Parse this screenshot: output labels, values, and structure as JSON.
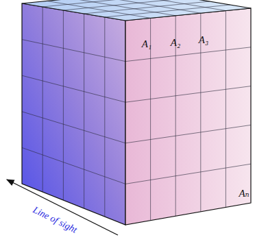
{
  "diagram": {
    "labels": [
      "A₁",
      "A₂",
      "A₃",
      "Aₙ",
      "Line of sight"
    ]
  }
}
